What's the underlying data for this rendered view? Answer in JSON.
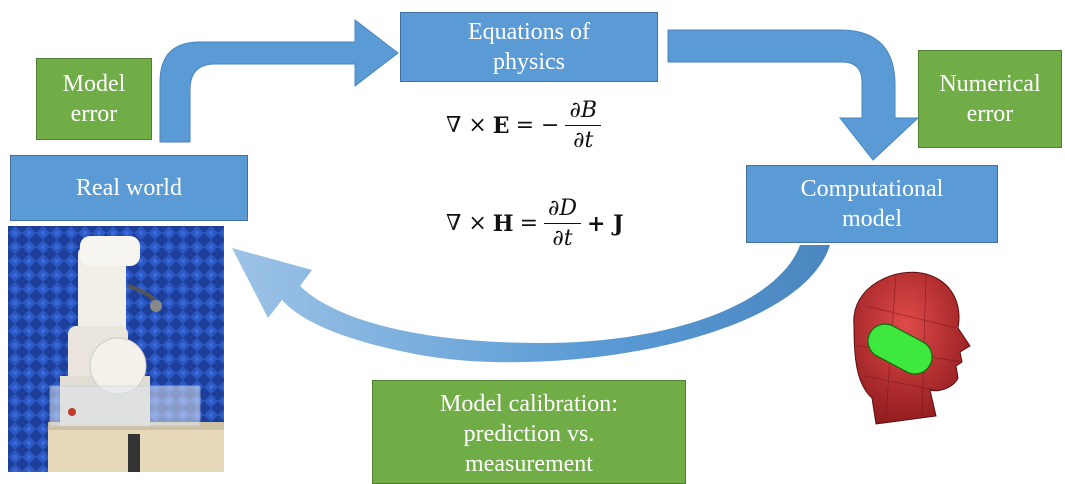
{
  "boxes": {
    "equations": "Equations of\nphysics",
    "model_error": "Model\nerror",
    "numerical_error": "Numerical\nerror",
    "real_world": "Real world",
    "computational_model": "Computational\nmodel",
    "calibration": "Model calibration:\nprediction vs.\nmeasurement"
  },
  "equations": {
    "faraday": {
      "lhs": "∇ ×",
      "field": "E",
      "eq": "= −",
      "num": "∂B",
      "den": "∂t",
      "tail": ""
    },
    "ampere": {
      "lhs": "∇ ×",
      "field": "H",
      "eq": "=",
      "num": "∂D",
      "den": "∂t",
      "tail": "+ J"
    }
  },
  "colors": {
    "blue": "#5b9bd5",
    "green": "#70ad47",
    "head": "#c0282a",
    "antenna": "#33dd33"
  }
}
